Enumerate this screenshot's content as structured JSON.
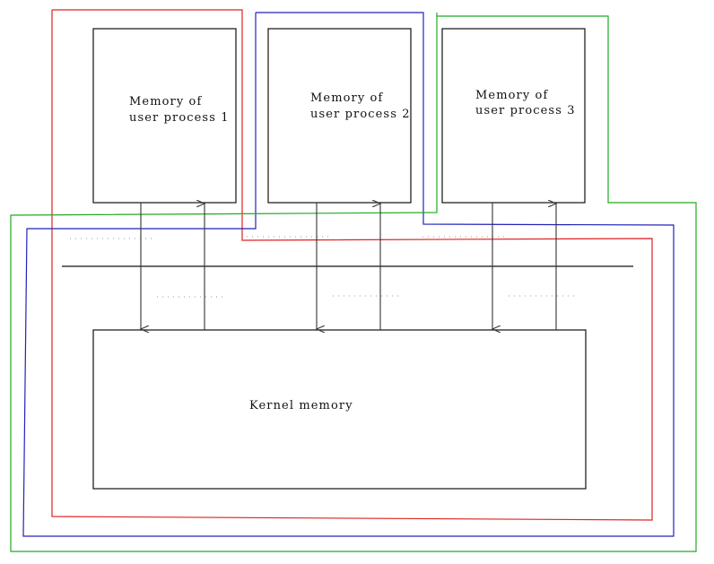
{
  "diagram": {
    "user_processes": [
      {
        "line1": "Memory of",
        "line2": "user process 1"
      },
      {
        "line1": "Memory of",
        "line2": "user process 2"
      },
      {
        "line1": "Memory of",
        "line2": "user process 3"
      }
    ],
    "kernel": {
      "label": "Kernel memory"
    },
    "colors": {
      "process1_outline": "#dd2222",
      "process2_outline": "#2222bb",
      "process3_outline": "#22aa22",
      "box_stroke": "#222222"
    }
  }
}
